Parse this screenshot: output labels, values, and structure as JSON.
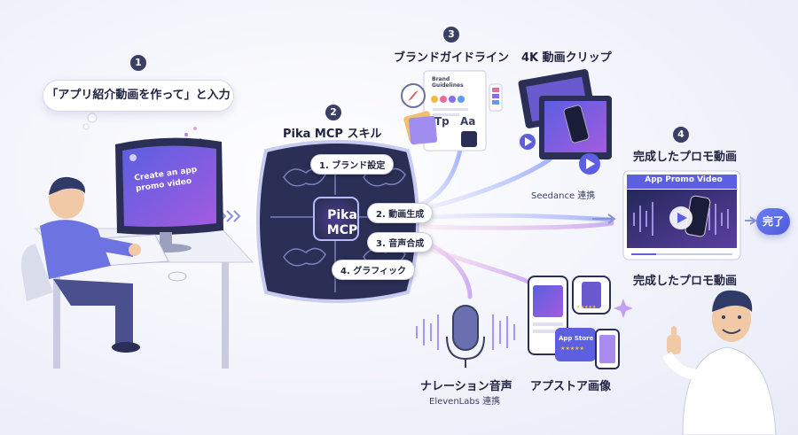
{
  "steps": {
    "s1": {
      "number": "1",
      "bubble": "「アプリ紹介動画を作って」と入力",
      "screen_text": "Create an app promo video"
    },
    "s2": {
      "number": "2",
      "title": "Pika MCP スキル",
      "core": "Pika MCP",
      "skills": [
        "1. ブランド設定",
        "2. 動画生成",
        "3. 音声合成",
        "4. グラフィック"
      ]
    },
    "s3": {
      "number": "3",
      "brand_label": "ブランドガイドライン",
      "clip_label": "4K 動画クリップ",
      "seedance_label": "Seedance 連携",
      "brand_doc_title": "Brand Guidelines",
      "brand_type_1": "Tp",
      "brand_type_2": "Aa",
      "narration_label": "ナレーション音声",
      "narration_sub": "ElevenLabs 連携",
      "appstore_label": "アプストア画像",
      "appstore_badge": "App Store",
      "stars": "★★★★★"
    },
    "s4": {
      "number": "4",
      "title": "完成したプロモ動画",
      "video_title": "App Promo Video",
      "caption": "完成したプロモ動画",
      "done": "完了"
    }
  },
  "colors": {
    "accent": "#6b7cf6",
    "dark": "#2b2f55",
    "badge": "#3a3f63"
  }
}
